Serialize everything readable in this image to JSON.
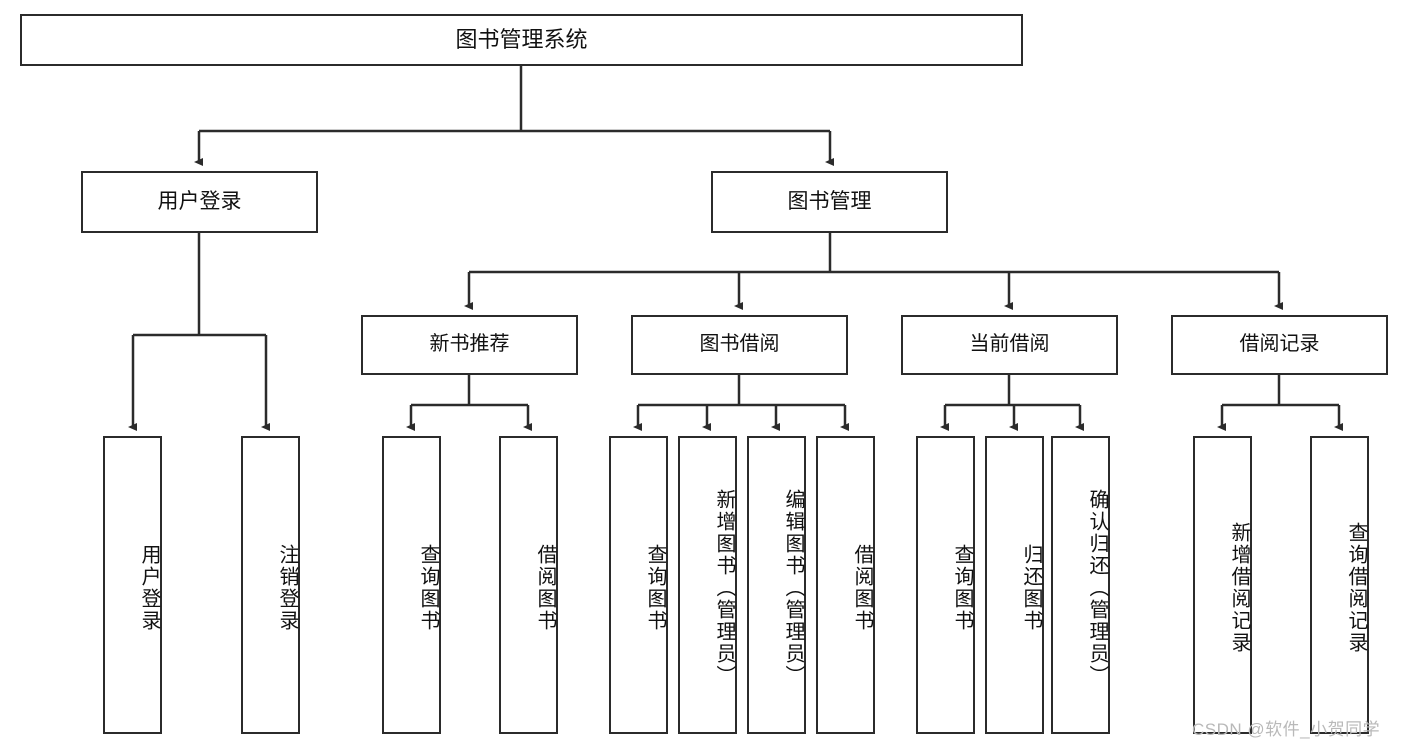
{
  "diagram": {
    "title_node": {
      "label": "图书管理系统"
    },
    "level2": [
      {
        "id": "user-login",
        "label": "用户登录"
      },
      {
        "id": "book-management",
        "label": "图书管理"
      }
    ],
    "level3": [
      {
        "id": "new-book-recommend",
        "label": "新书推荐"
      },
      {
        "id": "book-borrow",
        "label": "图书借阅"
      },
      {
        "id": "current-borrow",
        "label": "当前借阅"
      },
      {
        "id": "borrow-record",
        "label": "借阅记录"
      }
    ],
    "leaves": {
      "user_login": [
        {
          "id": "leaf-user-login",
          "label": "用户登录"
        },
        {
          "id": "leaf-logout-login",
          "label": "注销登录"
        }
      ],
      "new_book_recommend": [
        {
          "id": "leaf-query-book-1",
          "label": "查询图书"
        },
        {
          "id": "leaf-borrow-book-1",
          "label": "借阅图书"
        }
      ],
      "book_borrow": [
        {
          "id": "leaf-query-book-2",
          "label": "查询图书"
        },
        {
          "id": "leaf-add-book",
          "label": "新增图书（管理员）"
        },
        {
          "id": "leaf-edit-book",
          "label": "编辑图书（管理员）"
        },
        {
          "id": "leaf-borrow-book-2",
          "label": "借阅图书"
        }
      ],
      "current_borrow": [
        {
          "id": "leaf-query-book-3",
          "label": "查询图书"
        },
        {
          "id": "leaf-return-book",
          "label": "归还图书"
        },
        {
          "id": "leaf-confirm-return",
          "label": "确认归还（管理员）"
        }
      ],
      "borrow_record": [
        {
          "id": "leaf-add-record",
          "label": "新增借阅记录"
        },
        {
          "id": "leaf-query-record",
          "label": "查询借阅记录"
        }
      ]
    },
    "colors": {
      "stroke": "#2b2b2b",
      "fill": "#ffffff",
      "text": "#111111",
      "watermark": "#b9b9b9"
    }
  },
  "watermark": {
    "text": "CSDN @软件_小贺同学"
  }
}
